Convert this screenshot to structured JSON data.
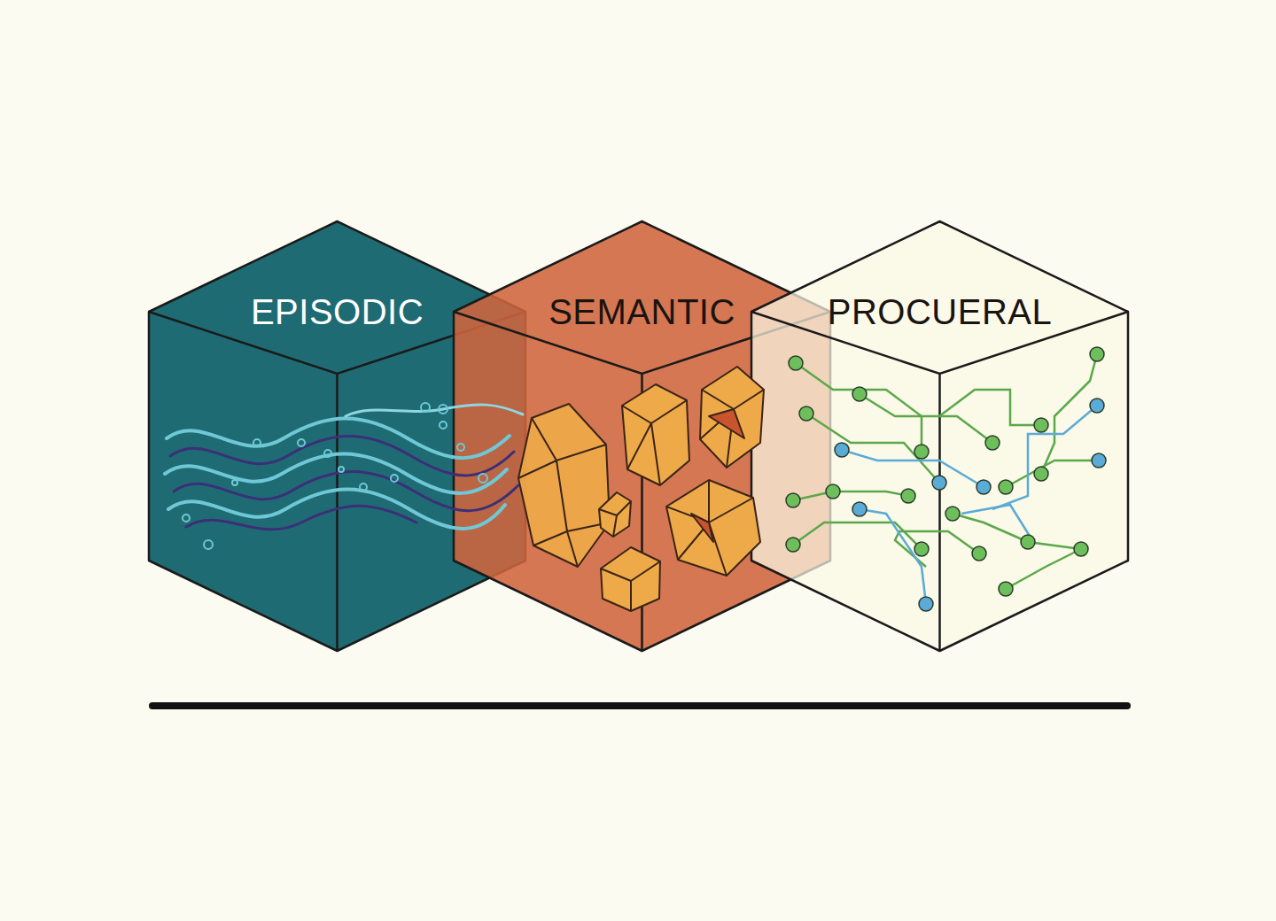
{
  "diagram": {
    "nodes": [
      {
        "text": [
          "EPISODIC"
        ]
      },
      {
        "text": [
          "SEMANTIC"
        ]
      },
      {
        "text": [
          "PROCUERAL"
        ]
      }
    ]
  }
}
